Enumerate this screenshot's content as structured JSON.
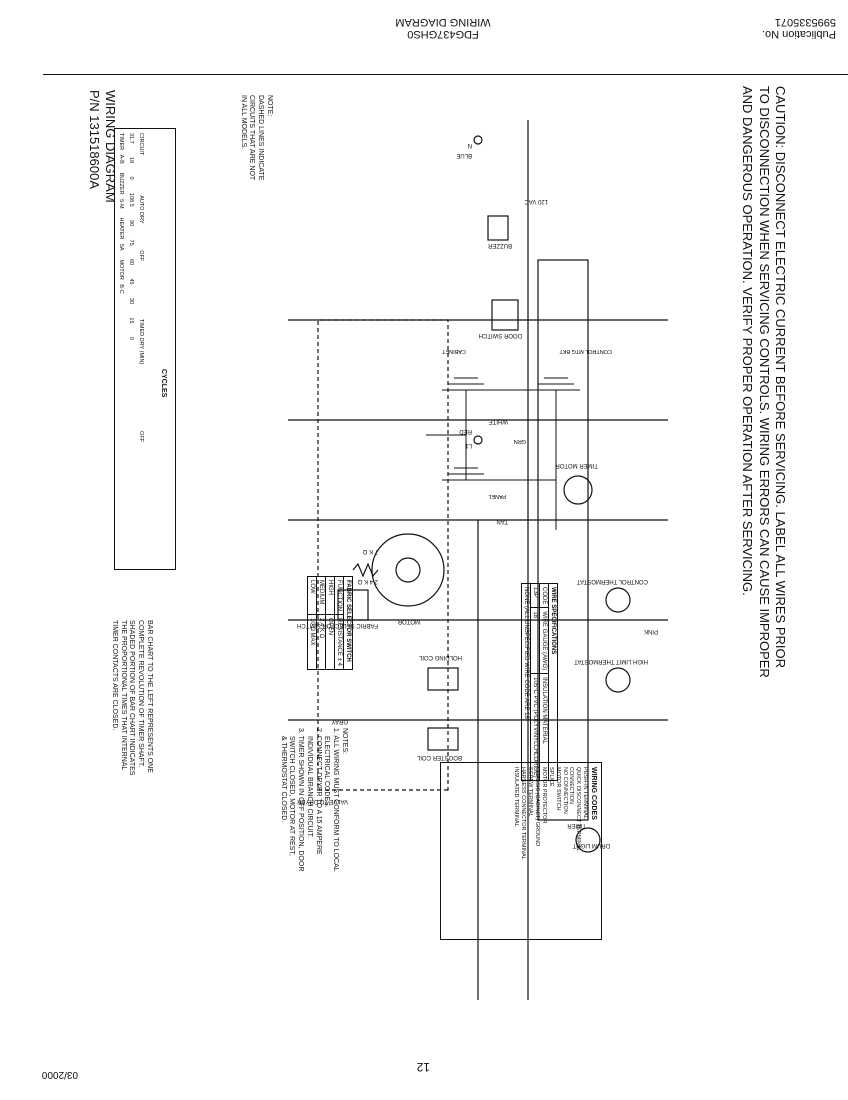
{
  "header": {
    "date": "03/2000",
    "page_number": "12"
  },
  "caution": {
    "line1": "CAUTION: DISCONNECT ELECTRIC CURRENT BEFORE SERVICING. LABEL ALL WIRES PRIOR",
    "line2": "TO DISCONNECTION WHEN SERVICING CONTROLS. WIRING ERRORS CAN CAUSE IMPROPER",
    "line3": "AND DANGEROUS OPERATION. VERIFY PROPER OPERATION AFTER SERVICING."
  },
  "note": {
    "line1": "NOTE:",
    "line2": "DASHED LINES INDICATE",
    "line3": "CIRCUITS THAT ARE NOT",
    "line4": "IN ALL MODELS."
  },
  "schematic": {
    "supply": "120 VAC",
    "l1": "L1",
    "n": "N",
    "red": "RED",
    "blue": "BLUE",
    "timer": "TIMER",
    "buzzer": "BUZZER",
    "drum_light": "DRUM LIGHT",
    "door_switch": "DOOR SWITCH",
    "timer_motor": "TIMER MOTOR",
    "motor": "MOTOR",
    "fabric_selector": "FABRIC SELECTOR SWITCH",
    "control_thermostat": "CONTROL THERMOSTAT",
    "hi_limit": "HIGH LIMIT THERMOSTAT",
    "holding_coil": "HOLDING COIL",
    "booster_coil": "BOOSTER COIL",
    "valve_to_dryer": "VALVE TO DRYER",
    "white": "WHITE",
    "tan": "TAN",
    "pink": "PINK",
    "green": "GRN",
    "gray": "GRAY",
    "resistor": "7 K Ω",
    "resistor2": "2.4 K Ω",
    "cabinet": "CABINET",
    "top_panel": "PANEL",
    "control_mtg": "CONTROL MTG BKT"
  },
  "cycles": {
    "title": "CYCLES",
    "columns": [
      "CIRCUIT",
      "AUTO DRY",
      "OFF",
      "TIMED DRY (MIN)",
      "OFF"
    ],
    "subheads": [
      "31.7",
      "18",
      "0",
      "108.5",
      "90",
      "75",
      "60",
      "45",
      "30",
      "15",
      "0"
    ],
    "rows": [
      {
        "circuit": "TIMER",
        "code": "A-B"
      },
      {
        "circuit": "BUZZER",
        "code": "5-M"
      },
      {
        "circuit": "HEATER",
        "code": "5A"
      },
      {
        "circuit": "MOTOR",
        "code": "B-C"
      }
    ]
  },
  "bar_chart_note": {
    "line1": "BAR CHART TO THE LEFT REPRESENTS ONE",
    "line2": "COMPLETE REVOLUTION OF TIMER SHAFT.",
    "line3": "SHADED PORTION OF BAR CHART INDICATES",
    "line4": "THE PROPORTIONAL TIMES THAT INTERNAL",
    "line5": "TIMER CONTACTS ARE CLOSED."
  },
  "fabric_selector_table": {
    "title": "FABRIC SELECTOR SWITCH",
    "rows": [
      [
        "FUNCTION",
        "RESISTANCE ± 4"
      ],
      [
        "HIGH",
        "OPEN"
      ],
      [
        "MEDIUM",
        "2.4 K Ω"
      ],
      [
        "LOW",
        "10 Ω MAX"
      ]
    ]
  },
  "wire_specs": {
    "title": "WIRE SPECIFICATIONS",
    "headers": [
      "CODE",
      "WIRE GAUGE (AWG)",
      "INSULATION MATERIAL"
    ],
    "row": [
      "13P",
      "18",
      "105°C PVC (POLYVINYLCHLORIDE)"
    ],
    "footer": "NONE (ALL UNSPECIFIED WIRE CODE ARE 18)"
  },
  "notes": {
    "title": "NOTES:",
    "n1a": "1. ALL WIRING MUST CONFORM TO LOCAL",
    "n1b": "ELECTRICAL CODES.",
    "n2a": "2. CONNECT DRYER TO A 15 AMPERE",
    "n2b": "INDIVIDUAL BRANCH CIRCUIT.",
    "n3a": "3. TIMER SHOWN IN OFF POSITION, DOOR",
    "n3b": "SWITCH CLOSED, MOTOR AT REST,",
    "n3c": "& THERMOSTAT CLOSED."
  },
  "wiring_codes": {
    "title": "WIRING CODES",
    "items": [
      "PUSH-IN TERMINAL",
      "QUICK DISCONNECT TERMINAL",
      "CONNECTION",
      "NO CONNECTION",
      "MOTOR SWITCH",
      "SPLICE",
      "MOTOR PROTECTOR",
      "CHASSIS (CABINET) GROUND",
      "SCREW TERMINAL",
      "HARNESS CONNECTOR TERMINAL",
      "INSULATED TERMINAL"
    ]
  },
  "footer": {
    "title1": "WIRING DIAGRAM",
    "part_number": "P/N 131518600A",
    "publication_label": "Publication No.",
    "publication_number": "5995335071",
    "model": "FDG437GHS0",
    "wiring_diagram": "WIRING DIAGRAM"
  }
}
